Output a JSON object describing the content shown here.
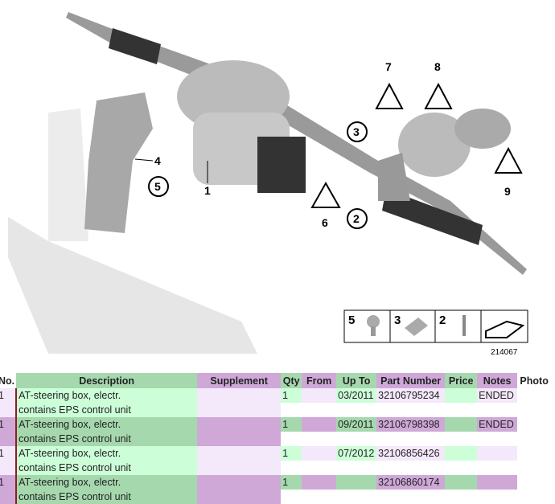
{
  "diagram": {
    "callouts": [
      "1",
      "2",
      "3",
      "4",
      "5",
      "6",
      "7",
      "8",
      "9"
    ],
    "legend_items": [
      "5",
      "3",
      "2"
    ],
    "image_number": "214067"
  },
  "table": {
    "headers": [
      "No.",
      "Description",
      "Supplement",
      "Qty",
      "From",
      "Up To",
      "Part Number",
      "Price",
      "Notes",
      "Photo"
    ],
    "rows": [
      {
        "no": "1",
        "desc1": "AT-steering box, electr.",
        "desc2": "contains EPS control unit",
        "supplement": "",
        "qty": "1",
        "from": "",
        "upto": "03/2011",
        "part": "32106795234",
        "price": "",
        "notes": "ENDED"
      },
      {
        "no": "1",
        "desc1": "AT-steering box, electr.",
        "desc2": "contains EPS control unit",
        "supplement": "",
        "qty": "1",
        "from": "",
        "upto": "09/2011",
        "part": "32106798398",
        "price": "",
        "notes": "ENDED"
      },
      {
        "no": "1",
        "desc1": "AT-steering box, electr.",
        "desc2": "contains EPS control unit",
        "supplement": "",
        "qty": "1",
        "from": "",
        "upto": "07/2012",
        "part": "32106856426",
        "price": "",
        "notes": ""
      },
      {
        "no": "1",
        "desc1": "AT-steering box, electr.",
        "desc2": "contains EPS control unit",
        "supplement": "",
        "qty": "1",
        "from": "",
        "upto": "",
        "part": "32106860174",
        "price": "",
        "notes": ""
      }
    ]
  },
  "colors": {
    "light_green": "#ccffd8",
    "light_purple": "#f4e8fb",
    "dark_green": "#a6d8ae",
    "dark_purple": "#cfa8d8"
  }
}
